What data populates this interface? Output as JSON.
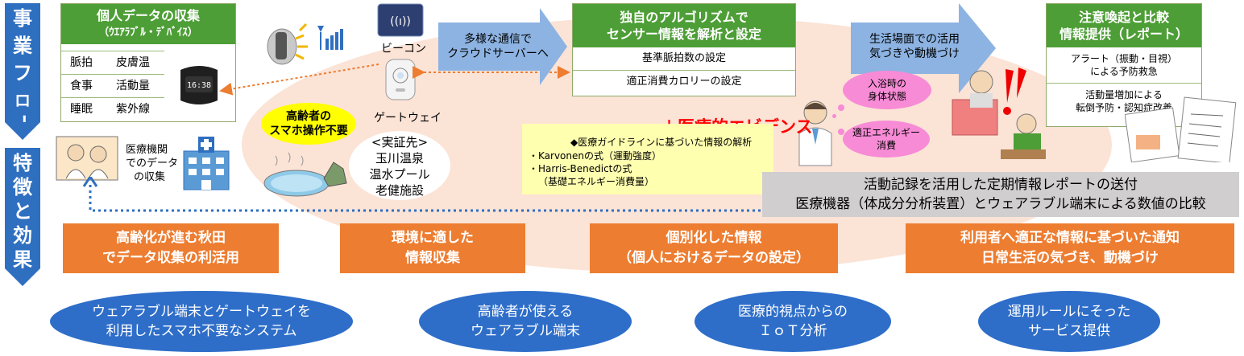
{
  "sidebar": {
    "top_label": [
      "事",
      "業",
      "フ",
      "ロ",
      "ー"
    ],
    "bottom_label": [
      "特",
      "徴",
      "と",
      "効",
      "果"
    ]
  },
  "personal_data": {
    "title": "個人データの収集",
    "subtitle": "（ｳｴｱﾗﾌﾞﾙ・ﾃﾞﾊﾞｲｽ）",
    "rows": [
      [
        "脈拍",
        "皮膚温"
      ],
      [
        "食事",
        "活動量"
      ],
      [
        "睡眠",
        "紫外線"
      ]
    ]
  },
  "beacon_label": "ビーコン",
  "gateway_label": "ゲートウェイ",
  "test_site": {
    "title": "<実証先>",
    "items": [
      "玉川温泉",
      "温水プール",
      "老健施設"
    ]
  },
  "no_smartphone_badge": [
    "高齢者の",
    "スマホ操作不要"
  ],
  "medical_collection": [
    "医療機関",
    "でのデータ",
    "の収集"
  ],
  "arrow1": [
    "多様な通信で",
    "クラウドサーバーへ"
  ],
  "algorithm": {
    "title": [
      "独自のアルゴリズムで",
      "センサー情報を解析と設定"
    ],
    "rows": [
      "基準脈拍数の設定",
      "適正消費カロリーの設定"
    ]
  },
  "arrow2": [
    "生活場面での活用",
    "気づきや動機づけ"
  ],
  "report": {
    "title": [
      "注意喚起と比較",
      "情報提供（レポート）"
    ],
    "row1": [
      "アラート（振動・目視）",
      "による予防救急"
    ],
    "row2": [
      "活動量増加による",
      "転倒予防・認知症改善"
    ]
  },
  "medical_evidence": "＋医療的エビデンス",
  "guideline": {
    "title": "◆医療ガイドラインに基づいた情報の解析",
    "lines": [
      "・Karvonenの式（運動強度）",
      "・Harris-Benedictの式",
      "（基礎エネルギー消費量）"
    ]
  },
  "clouds": {
    "bath": [
      "入浴時の",
      "身体状態"
    ],
    "energy": [
      "適正エネルギー",
      "消費"
    ]
  },
  "regular_report": [
    "活動記録を活用した定期情報レポートの送付",
    "医療機器（体成分分析装置）とウェアラブル端末による数値の比較"
  ],
  "features": [
    [
      "高齢化が進む秋田",
      "でデータ収集の利活用"
    ],
    [
      "環境に適した",
      "情報収集"
    ],
    [
      "個別化した情報",
      "（個人におけるデータの設定）"
    ],
    [
      "利用者へ適正な情報に基づいた通知",
      "日常生活の気づき、動機づけ"
    ]
  ],
  "effects": [
    [
      "ウェアラブル端末とゲートウェイを",
      "利用したスマホ不要なシステム"
    ],
    [
      "高齢者が使える",
      "ウェアラブル端末"
    ],
    [
      "医療的視点からの",
      "ＩｏＴ分析"
    ],
    [
      "運用ルールにそった",
      "サービス提供"
    ]
  ],
  "wristband_display": "16:38",
  "colors": {
    "sidebar_blue": "#2f6fc0",
    "header_green": "#4d9e36",
    "arrow_blue": "#8db3e2",
    "feature_orange": "#ed7d31",
    "effect_oval_blue": "#2e6ec9",
    "background_peach": "#fbe3d6",
    "badge_yellow": "#ffff00",
    "evidence_red": "#ff0000",
    "cloud_pink": "#f78bd6"
  }
}
